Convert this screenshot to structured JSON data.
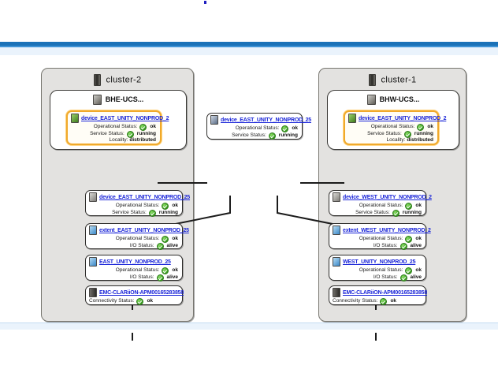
{
  "window": {
    "accent_color": "#1b72b8",
    "canvas_background": "#ffffff",
    "highlight_color": "#f0a92b",
    "link_color": "#1a25d8"
  },
  "labels": {
    "operational_status": "Operational Status:",
    "service_status": "Service Status:",
    "io_status": "I/O Status:",
    "locality": "Locality:",
    "connectivity_status": "Connectivity Status:"
  },
  "values": {
    "ok": "ok",
    "running": "running",
    "alive": "alive",
    "distributed": "distributed"
  },
  "clusters": [
    {
      "id": "cluster-2",
      "title": "cluster-2",
      "icon": "rack-icon",
      "ucs_title": "BHE-UCS..."
    },
    {
      "id": "cluster-1",
      "title": "cluster-1",
      "icon": "rack-icon",
      "ucs_title": "BHW-UCS..."
    }
  ],
  "nodes": {
    "left_virtual_volume": {
      "title": "device_EAST_UNITY_NONPROD_2",
      "icon": "volume-icon",
      "highlighted": true,
      "props": [
        {
          "key": "Operational Status:",
          "value": "ok",
          "status": "ok"
        },
        {
          "key": "Service Status:",
          "value": "running",
          "status": "ok"
        },
        {
          "key": "Locality:",
          "value": "distributed",
          "status": "none"
        }
      ]
    },
    "center_distributed_device": {
      "title": "device_EAST_UNITY_NONPROD_25",
      "icon": "distributed-device-icon",
      "highlighted": false,
      "props": [
        {
          "key": "Operational Status:",
          "value": "ok",
          "status": "ok"
        },
        {
          "key": "Service Status:",
          "value": "running",
          "status": "ok"
        }
      ]
    },
    "right_virtual_volume": {
      "title": "device_EAST_UNITY_NONPROD_2",
      "icon": "volume-icon",
      "highlighted": true,
      "props": [
        {
          "key": "Operational Status:",
          "value": "ok",
          "status": "ok"
        },
        {
          "key": "Service Status:",
          "value": "running",
          "status": "ok"
        },
        {
          "key": "Locality:",
          "value": "distributed",
          "status": "none"
        }
      ]
    },
    "left_device": {
      "title": "device_EAST_UNITY_NONPROD_25",
      "icon": "device-icon",
      "props": [
        {
          "key": "Operational Status:",
          "value": "ok",
          "status": "ok"
        },
        {
          "key": "Service Status:",
          "value": "running",
          "status": "ok"
        }
      ]
    },
    "left_extent": {
      "title": "extent_EAST_UNITY_NONPROD_25",
      "icon": "extent-icon",
      "props": [
        {
          "key": "Operational Status:",
          "value": "ok",
          "status": "ok"
        },
        {
          "key": "I/O Status:",
          "value": "alive",
          "status": "ok"
        }
      ]
    },
    "left_storage_volume": {
      "title": "EAST_UNITY_NONPROD_25",
      "icon": "storage-volume-icon",
      "props": [
        {
          "key": "Operational Status:",
          "value": "ok",
          "status": "ok"
        },
        {
          "key": "I/O Status:",
          "value": "alive",
          "status": "ok"
        }
      ]
    },
    "left_array": {
      "title": "EMC-CLARiiON-APM00165283858",
      "icon": "array-icon",
      "props": [
        {
          "key": "Connectivity Status:",
          "value": "ok",
          "status": "ok"
        }
      ]
    },
    "right_device": {
      "title": "device_WEST_UNITY_NONPROD_2",
      "icon": "device-icon",
      "props": [
        {
          "key": "Operational Status:",
          "value": "ok",
          "status": "ok"
        },
        {
          "key": "Service Status:",
          "value": "running",
          "status": "ok"
        }
      ]
    },
    "right_extent": {
      "title": "extent_WEST_UNITY_NONPROD_2",
      "icon": "extent-icon",
      "props": [
        {
          "key": "Operational Status:",
          "value": "ok",
          "status": "ok"
        },
        {
          "key": "I/O Status:",
          "value": "alive",
          "status": "ok"
        }
      ]
    },
    "right_storage_volume": {
      "title": "WEST_UNITY_NONPROD_25",
      "icon": "storage-volume-icon",
      "props": [
        {
          "key": "Operational Status:",
          "value": "ok",
          "status": "ok"
        },
        {
          "key": "I/O Status:",
          "value": "alive",
          "status": "ok"
        }
      ]
    },
    "right_array": {
      "title": "EMC-CLARiiON-APM00165283858",
      "icon": "array-icon",
      "props": [
        {
          "key": "Connectivity Status:",
          "value": "ok",
          "status": "ok"
        }
      ]
    }
  }
}
